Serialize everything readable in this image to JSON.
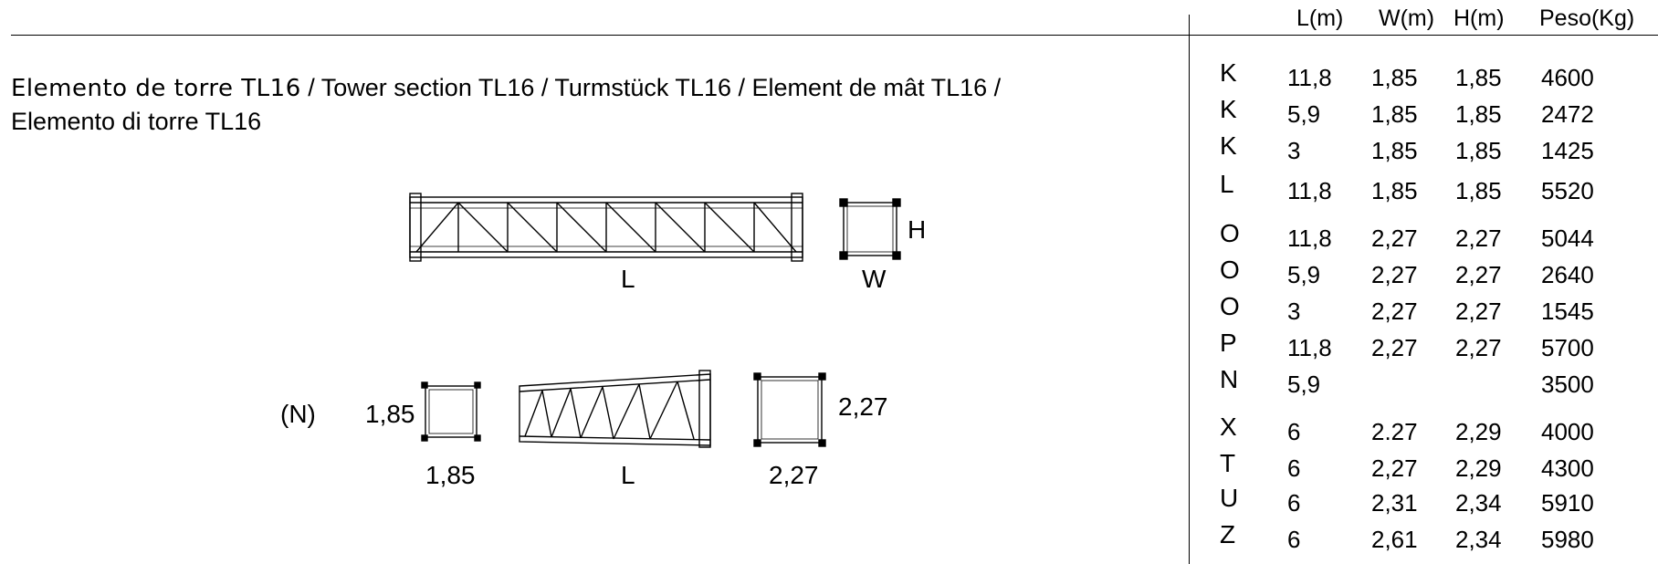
{
  "title": {
    "lead": "Elemento de torre TL16",
    "rest_line1": " / Tower section TL16 / Turmstück  TL16 / Element de mât TL16 /",
    "line2": "Elemento di torre TL16"
  },
  "drawing_labels": {
    "top_length": "L",
    "top_height": "H",
    "top_width": "W",
    "n_label": "(N)",
    "n_side": "1,85",
    "n_bottom": "1,85",
    "n_length": "L",
    "n_side_right": "2,27",
    "n_bottom_right": "2,27"
  },
  "table": {
    "headers": [
      "",
      "L(m)",
      "W(m)",
      "H(m)",
      "Peso(Kg)"
    ],
    "rows": [
      [
        "K",
        "11,8",
        "1,85",
        "1,85",
        "4600"
      ],
      [
        "K",
        "5,9",
        "1,85",
        "1,85",
        "2472"
      ],
      [
        "K",
        "3",
        "1,85",
        "1,85",
        "1425"
      ],
      [
        "L",
        "11,8",
        "1,85",
        "1,85",
        "5520"
      ],
      [
        "O",
        "11,8",
        "2,27",
        "2,27",
        "5044"
      ],
      [
        "O",
        "5,9",
        "2,27",
        "2,27",
        "2640"
      ],
      [
        "O",
        "3",
        "2,27",
        "2,27",
        "1545"
      ],
      [
        "P",
        "11,8",
        "2,27",
        "2,27",
        "5700"
      ],
      [
        "N",
        "5,9",
        "",
        "",
        "3500"
      ],
      [
        "X",
        "6",
        "2.27",
        "2,29",
        "4000"
      ],
      [
        "T",
        "6",
        "2,27",
        "2,29",
        "4300"
      ],
      [
        "U",
        "6",
        "2,31",
        "2,34",
        "5910"
      ],
      [
        "Z",
        "6",
        "2,61",
        "2,34",
        "5980"
      ]
    ]
  }
}
